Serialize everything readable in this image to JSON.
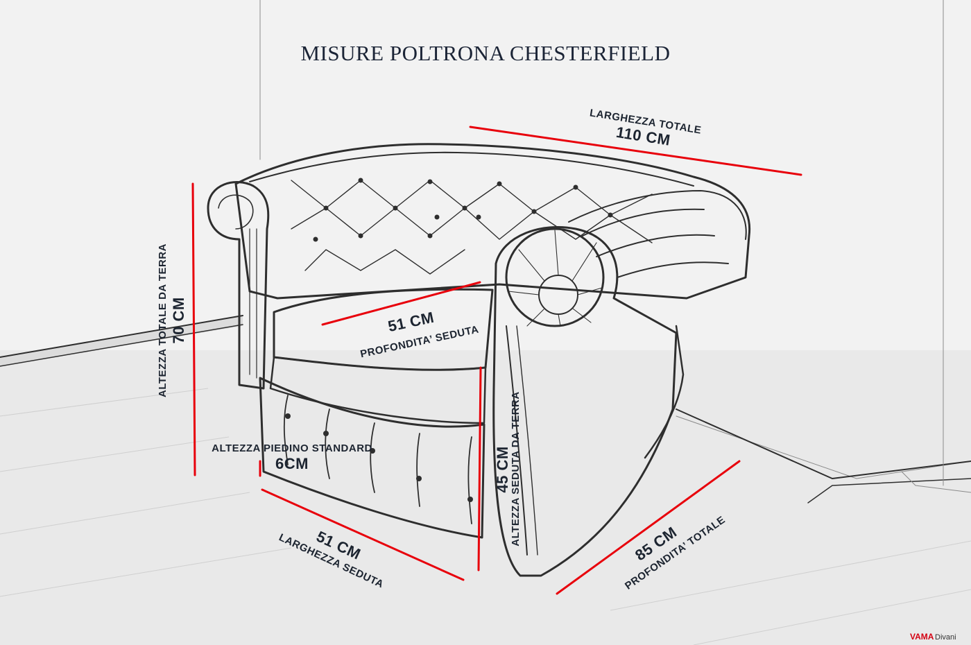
{
  "title": "MISURE POLTRONA CHESTERFIELD",
  "measurements": {
    "total_width": {
      "label": "LARGHEZZA TOTALE",
      "value": "110 CM"
    },
    "seat_depth": {
      "label": "PROFONDITA’ SEDUTA",
      "value": "51 CM"
    },
    "total_height": {
      "label": "ALTEZZA TOTALE DA TERRA",
      "value": "70 CM"
    },
    "foot_height": {
      "label": "ALTEZZA PIEDINO STANDARD",
      "value": "6CM"
    },
    "seat_height": {
      "label": "ALTEZZA SEDUTA DA TERRA",
      "value": "45 CM"
    },
    "seat_width": {
      "label": "LARGHEZZA SEDUTA",
      "value": "51 CM"
    },
    "total_depth": {
      "label": "PROFONDITA’ TOTALE",
      "value": "85 CM"
    }
  },
  "logo": {
    "brand": "VAMA",
    "suffix": "Divani"
  },
  "colors": {
    "dimension_line": "#e8000b",
    "text": "#1c2430",
    "sketch": "#2e2e2e"
  }
}
